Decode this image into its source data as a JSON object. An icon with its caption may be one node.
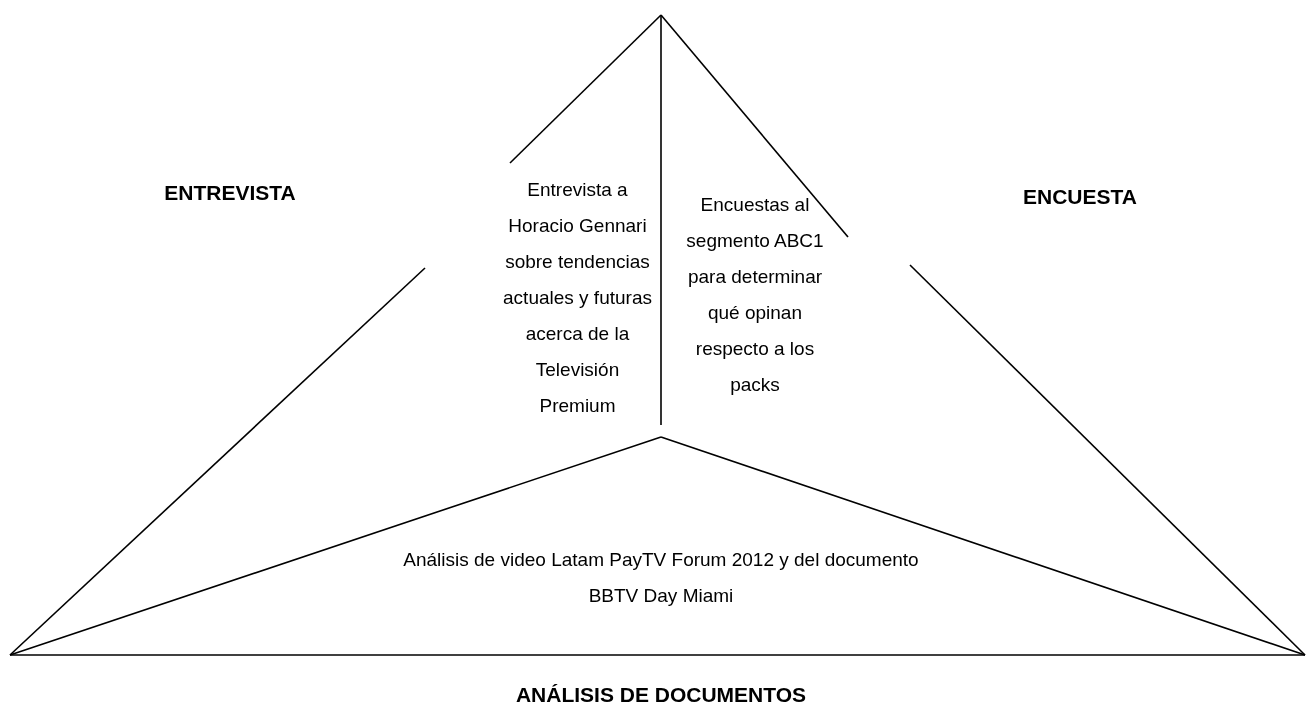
{
  "diagram": {
    "labels": [
      "ENTREVISTA",
      "Entrevista a Horacio Gennari sobre tendencias actuales y futuras acerca de la Televisión Premium",
      "Encuestas al segmento ABC1 para determinar qué opinan respecto a los packs",
      "ENCUESTA",
      "Análisis de video Latam PayTV Forum 2012 y del documento BBTV Day Miami",
      "ANÁLISIS DE DOCUMENTOS"
    ]
  }
}
